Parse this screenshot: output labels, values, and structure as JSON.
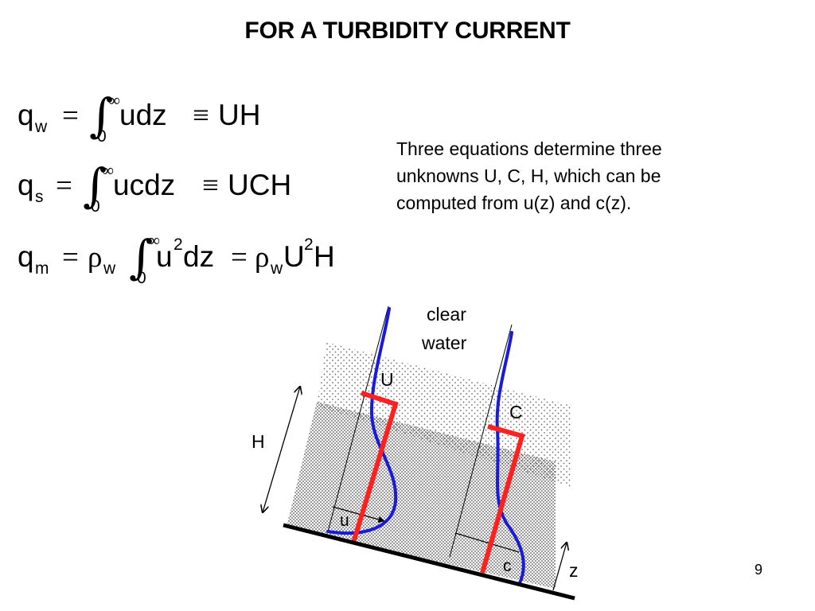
{
  "slide": {
    "title": "FOR A TURBIDITY CURRENT",
    "page_number": "9"
  },
  "equations": [
    {
      "lhs_symbol": "q",
      "lhs_subscript": "w",
      "operator": "=",
      "lower_limit": "0",
      "upper_limit": "∞",
      "integrand": "udz",
      "relation": "≡",
      "result": "UH"
    },
    {
      "lhs_symbol": "q",
      "lhs_subscript": "s",
      "operator": "=",
      "lower_limit": "0",
      "upper_limit": "∞",
      "integrand": "ucdz",
      "relation": "≡",
      "result": "UCH"
    },
    {
      "lhs_symbol": "q",
      "lhs_subscript": "m",
      "operator": "=",
      "rho": "ρ",
      "rho_subscript": "w",
      "lower_limit": "0",
      "upper_limit": "∞",
      "integrand_base": "u",
      "integrand_exponent": "2",
      "integrand_tail": "dz",
      "relation": "=",
      "result_rho": "ρ",
      "result_rho_subscript": "w",
      "result_base": "U",
      "result_exponent": "2",
      "result_tail": "H"
    }
  ],
  "description": "Three equations determine three unknowns U, C, H, which can be computed from u(z) and c(z).",
  "diagram": {
    "clear_water_line1": "clear",
    "clear_water_line2": "water",
    "label_U": "U",
    "label_C": "C",
    "label_H": "H",
    "label_u": "u",
    "label_c": "c",
    "label_z": "z",
    "colors": {
      "profile": "#1a1adc",
      "average": "#ff2020",
      "stipple": "#555555",
      "bed": "#000000"
    }
  }
}
